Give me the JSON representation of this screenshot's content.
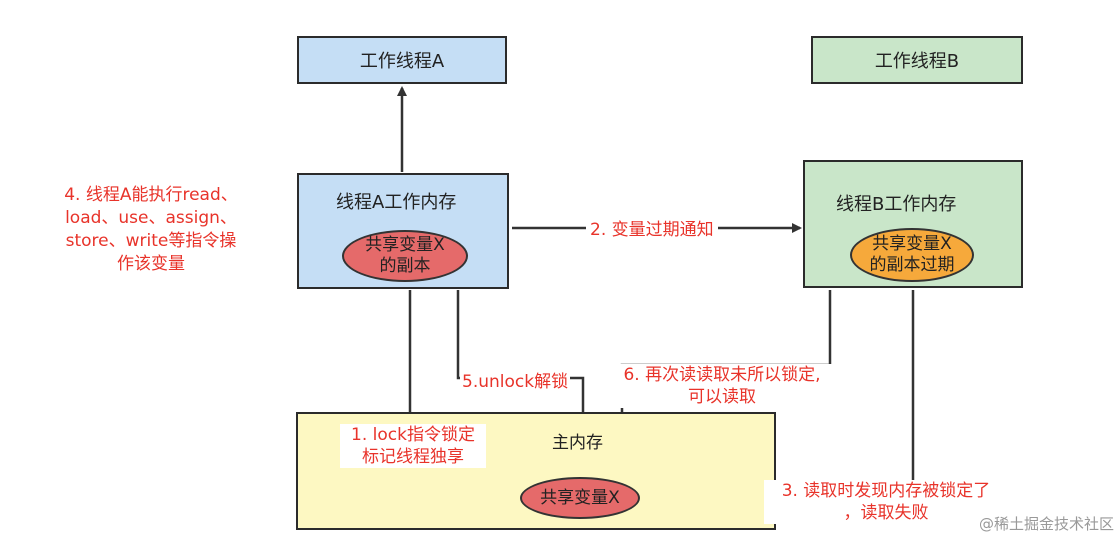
{
  "nodes": {
    "thread_a": "工作线程A",
    "thread_b": "工作线程B",
    "mem_a": "线程A工作内存",
    "mem_b": "线程B工作内存",
    "copy_a_line1": "共享变量X",
    "copy_a_line2": "的副本",
    "copy_b_line1": "共享变量X",
    "copy_b_line2": "的副本过期",
    "main_mem": "主内存",
    "shared_var": "共享变量X"
  },
  "annotations": {
    "step4_l1": "4. 线程A能执行read、",
    "step4_l2": "load、use、assign、",
    "step4_l3": "store、write等指令操",
    "step4_l4": "作该变量",
    "step2": "2. 变量过期通知",
    "step5": "5.unlock解锁",
    "step6_l1": "6. 再次读读取未所以锁定,",
    "step6_l2": "可以读取",
    "step1_l1": "1. lock指令锁定",
    "step1_l2": "标记线程独享",
    "step3_l1": "3. 读取时发现内存被锁定了",
    "step3_l2": "，读取失败"
  },
  "watermark": "@稀土掘金技术社区",
  "colors": {
    "blue": "#c5def5",
    "green": "#c9e6c9",
    "yellow": "#fdf8c2",
    "red_ellipse": "#e56a6a",
    "orange_ellipse": "#f6a93b",
    "annotation_red": "#e8332a"
  }
}
